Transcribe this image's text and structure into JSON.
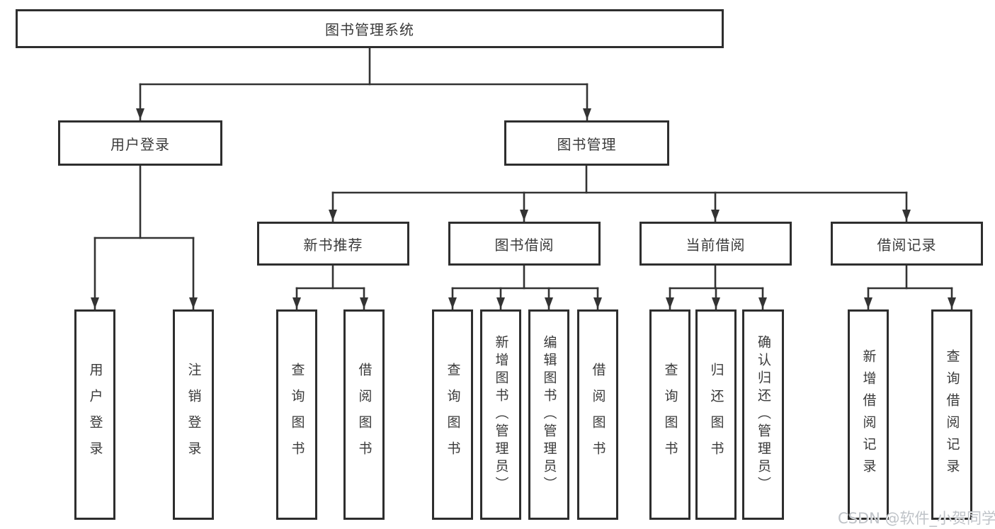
{
  "diagram": {
    "root": {
      "label": "图书管理系统"
    },
    "branches": [
      {
        "label": "用户登录",
        "children": [
          {
            "label": "用户登录"
          },
          {
            "label": "注销登录"
          }
        ]
      },
      {
        "label": "图书管理",
        "children": [
          {
            "label": "新书推荐",
            "children": [
              {
                "label": "查询图书"
              },
              {
                "label": "借阅图书"
              }
            ]
          },
          {
            "label": "图书借阅",
            "children": [
              {
                "label": "查询图书"
              },
              {
                "label": "新增图书（管理员）"
              },
              {
                "label": "编辑图书（管理员）"
              },
              {
                "label": "借阅图书"
              }
            ]
          },
          {
            "label": "当前借阅",
            "children": [
              {
                "label": "查询图书"
              },
              {
                "label": "归还图书"
              },
              {
                "label": "确认归还（管理员）"
              }
            ]
          },
          {
            "label": "借阅记录",
            "children": [
              {
                "label": "新增借阅记录"
              },
              {
                "label": "查询借阅记录"
              }
            ]
          }
        ]
      }
    ]
  },
  "watermark": {
    "text": "CSDN @软件_小贺同学"
  },
  "colors": {
    "line": "#333333",
    "box_border": "#2e2e2e",
    "text": "#3a3a3a",
    "watermark": "#bfc3c8",
    "background": "#ffffff"
  }
}
